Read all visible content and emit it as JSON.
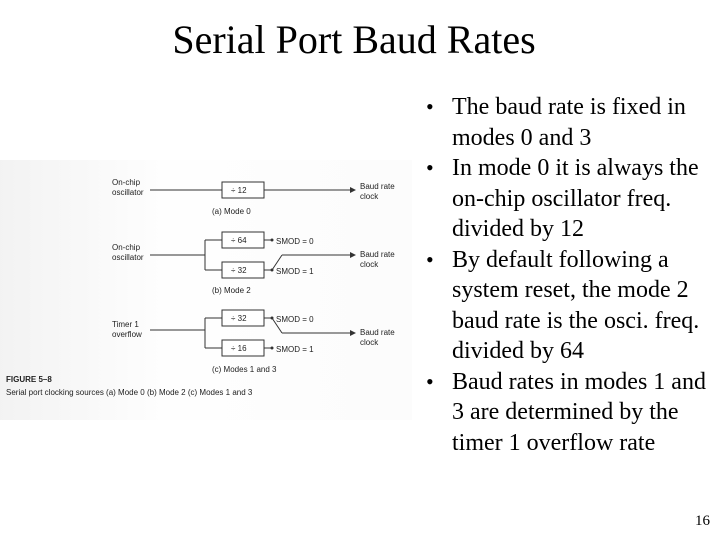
{
  "slide": {
    "title": "Serial Port Baud Rates",
    "page_number": "16",
    "bullets": [
      "The baud rate is fixed in modes 0 and 3",
      "In mode 0 it is always the on-chip oscillator freq. divided by 12",
      "By default following a system reset, the mode 2 baud rate is the osci. freq. divided by 64",
      "Baud rates in modes 1 and 3 are determined by the timer 1 overflow rate"
    ]
  },
  "figure": {
    "mode0": {
      "source_line1": "On-chip",
      "source_line2": "oscillator",
      "divider": "÷ 12",
      "output_line1": "Baud rate",
      "output_line2": "clock",
      "caption": "(a) Mode 0"
    },
    "mode2": {
      "source_line1": "On-chip",
      "source_line2": "oscillator",
      "divider_a": "÷ 64",
      "divider_b": "÷ 32",
      "smod0": "SMOD = 0",
      "smod1": "SMOD = 1",
      "output_line1": "Baud rate",
      "output_line2": "clock",
      "caption": "(b) Mode 2"
    },
    "mode13": {
      "source_line1": "Timer 1",
      "source_line2": "overflow",
      "divider_a": "÷ 32",
      "divider_b": "÷ 16",
      "smod0": "SMOD = 0",
      "smod1": "SMOD = 1",
      "output_line1": "Baud rate",
      "output_line2": "clock",
      "caption": "(c) Modes 1 and 3"
    },
    "figure_label": "FIGURE 5–8",
    "figure_caption": "Serial port clocking sources (a) Mode 0 (b) Mode 2 (c) Modes 1 and 3"
  }
}
